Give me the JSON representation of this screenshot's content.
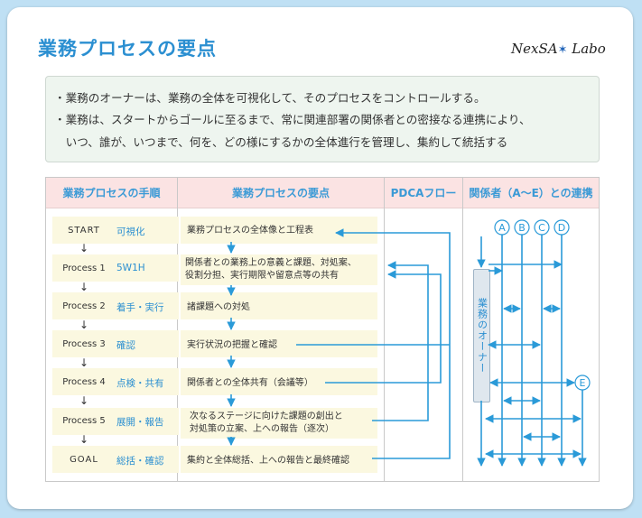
{
  "title": "業務プロセスの要点",
  "logo": {
    "part1": "NexSA",
    "star": "✶",
    "part2": " Labo"
  },
  "bullets": [
    "・業務のオーナーは、業務の全体を可視化して、そのプロセスをコントロールする。",
    "・業務は、スタートからゴールに至るまで、常に関連部署の関係者との密接なる連携により、",
    "　いつ、誰が、いつまで、何を、どの様にするかの全体進行を管理し、集約して統括する"
  ],
  "headers": [
    "業務プロセスの手順",
    "業務プロセスの要点",
    "PDCAフロー",
    "関係者（A～E）との連携"
  ],
  "rows": [
    {
      "step": "START",
      "phase": "可視化",
      "point": [
        "業務プロセスの全体像と工程表"
      ]
    },
    {
      "step": "Process 1",
      "phase": "5W1H",
      "point": [
        "関係者との業務上の意義と課題、対処案、",
        "役割分担、実行期限や留意点等の共有"
      ]
    },
    {
      "step": "Process 2",
      "phase": "着手・実行",
      "point": [
        "諸課題への対処"
      ]
    },
    {
      "step": "Process 3",
      "phase": "確認",
      "point": [
        "実行状況の把握と確認"
      ]
    },
    {
      "step": "Process 4",
      "phase": "点検・共有",
      "point": [
        "関係者との全体共有（会議等）"
      ]
    },
    {
      "step": "Process 5",
      "phase": "展開・報告",
      "point": [
        "次なるステージに向けた課題の創出と",
        "対処策の立案、上への報告（逐次）"
      ]
    },
    {
      "step": "GOAL",
      "phase": "総括・確認",
      "point": [
        "集約と全体総括、上への報告と最終確認"
      ]
    }
  ],
  "down_arrow": "↓",
  "stakeholders": [
    "A",
    "B",
    "C",
    "D",
    "E"
  ],
  "owner_label": "業務のオーナー",
  "colors": {
    "accent": "#2b8fd1",
    "header_bg": "#fbe3e3",
    "row_bg": "#fbf8e0",
    "arrow": "#2a9ad8"
  }
}
